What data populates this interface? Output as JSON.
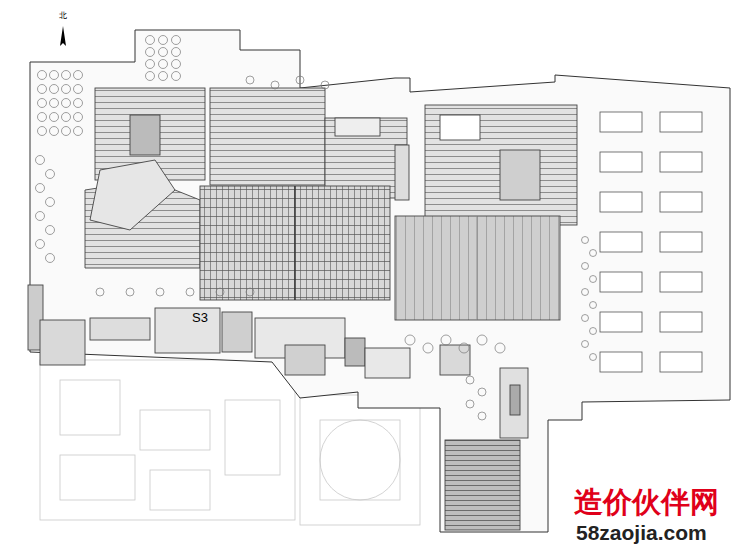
{
  "diagram": {
    "labels": [
      "北",
      "S3",
      "造价伙伴网",
      "58zaojia.com"
    ]
  }
}
